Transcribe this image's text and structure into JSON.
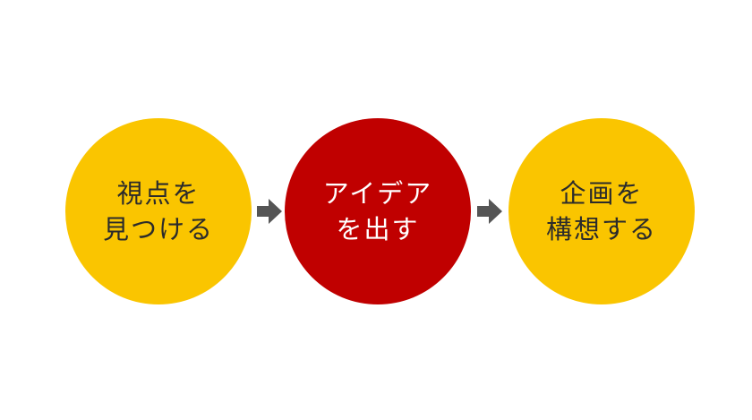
{
  "steps": [
    {
      "lines": [
        "視点を",
        "見つける"
      ],
      "fill": "#fac500",
      "text_color": "#2b2b2b"
    },
    {
      "lines": [
        "アイデア",
        "を出す"
      ],
      "fill": "#c00000",
      "text_color": "#ffffff"
    },
    {
      "lines": [
        "企画を",
        "構想する"
      ],
      "fill": "#fac500",
      "text_color": "#2b2b2b"
    }
  ],
  "connectors": [
    {
      "icon": "arrow-right-icon",
      "color": "#555555"
    },
    {
      "icon": "arrow-right-icon",
      "color": "#555555"
    }
  ]
}
